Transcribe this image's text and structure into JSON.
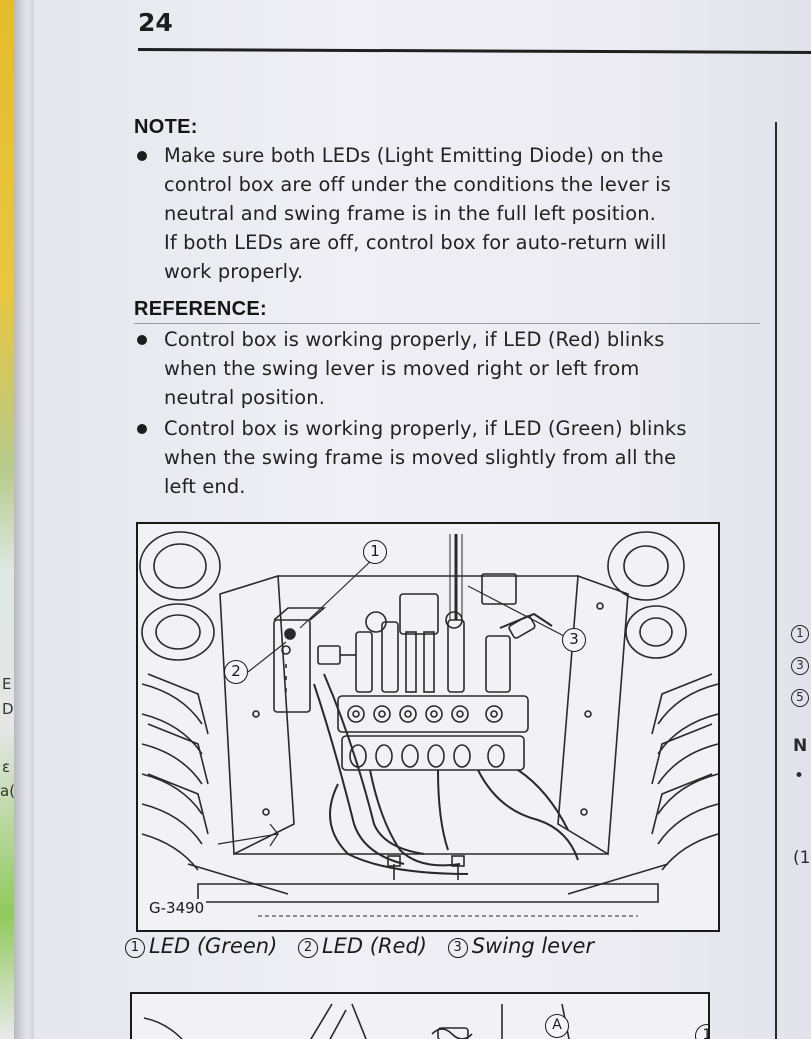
{
  "page_number": "24",
  "note": {
    "heading": "NOTE:",
    "items": [
      {
        "lines": [
          "Make sure both LEDs (Light Emitting Diode) on the",
          "control box are off under the conditions the lever is",
          "neutral and swing frame is in the full left position.",
          "If both LEDs are off, control box for auto-return will",
          "work properly."
        ]
      }
    ]
  },
  "reference": {
    "heading": "REFERENCE:",
    "items": [
      {
        "lines": [
          "Control box is working properly, if LED (Red) blinks",
          "when the swing lever is moved right or left from",
          "neutral position."
        ]
      },
      {
        "lines": [
          "Control box is working properly, if LED (Green) blinks",
          "when the swing frame is moved slightly from all the",
          "left end."
        ]
      }
    ]
  },
  "figure": {
    "code": "G-3490",
    "callouts": [
      "1",
      "2",
      "3"
    ]
  },
  "caption": [
    {
      "num": "1",
      "label": "LED (Green)"
    },
    {
      "num": "2",
      "label": "LED (Red)"
    },
    {
      "num": "3",
      "label": "Swing lever"
    }
  ],
  "next_figure": {
    "callouts": [
      "A",
      "1"
    ]
  },
  "right_page_fragments": [
    "1",
    "3",
    "5",
    "N",
    "•",
    "(1"
  ],
  "left_page_fragments": [
    "E",
    "D",
    "ε",
    "a("
  ]
}
